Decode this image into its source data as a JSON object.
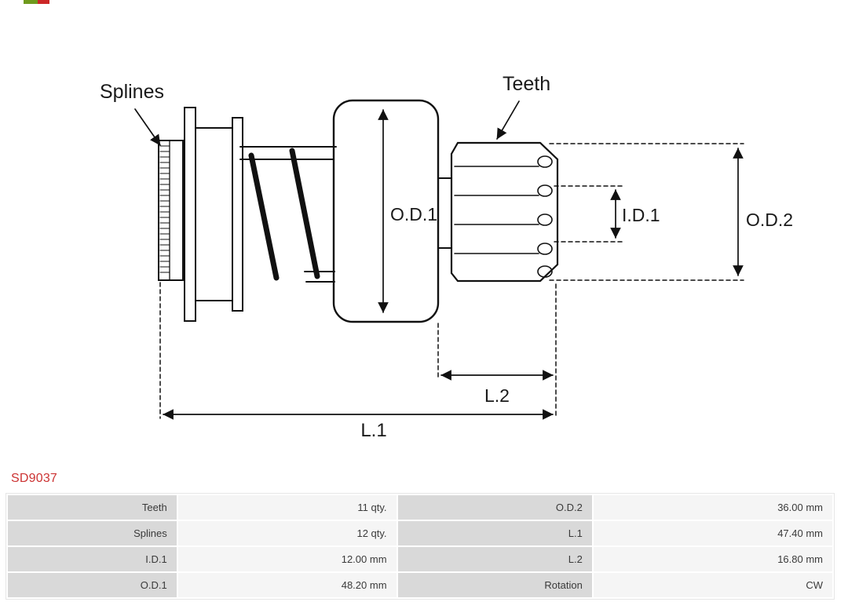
{
  "brand": {
    "colors": [
      "#6f9a1d",
      "#cc2727"
    ]
  },
  "part_number": "SD9037",
  "accent_color": "#cc3333",
  "diagram": {
    "labels": {
      "splines": "Splines",
      "teeth": "Teeth",
      "od1": "O.D.1",
      "id1": "I.D.1",
      "od2": "O.D.2",
      "l2": "L.2",
      "l1": "L.1"
    }
  },
  "table": {
    "rows": [
      [
        "Teeth",
        "11 qty.",
        "O.D.2",
        "36.00 mm"
      ],
      [
        "Splines",
        "12 qty.",
        "L.1",
        "47.40 mm"
      ],
      [
        "I.D.1",
        "12.00 mm",
        "L.2",
        "16.80 mm"
      ],
      [
        "O.D.1",
        "48.20 mm",
        "Rotation",
        "CW"
      ]
    ]
  }
}
